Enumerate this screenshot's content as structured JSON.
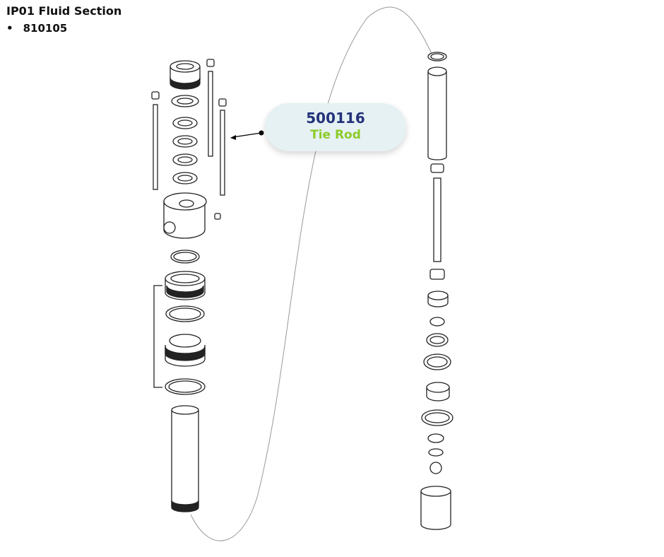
{
  "header": {
    "title": "IP01 Fluid Section",
    "items": [
      "810105"
    ]
  },
  "callout": {
    "part_number": "500116",
    "part_name": "Tie Rod"
  },
  "colors": {
    "part_number": "#23327a",
    "part_name": "#8ccb2a",
    "callout_bg": "#e6f1f3"
  }
}
